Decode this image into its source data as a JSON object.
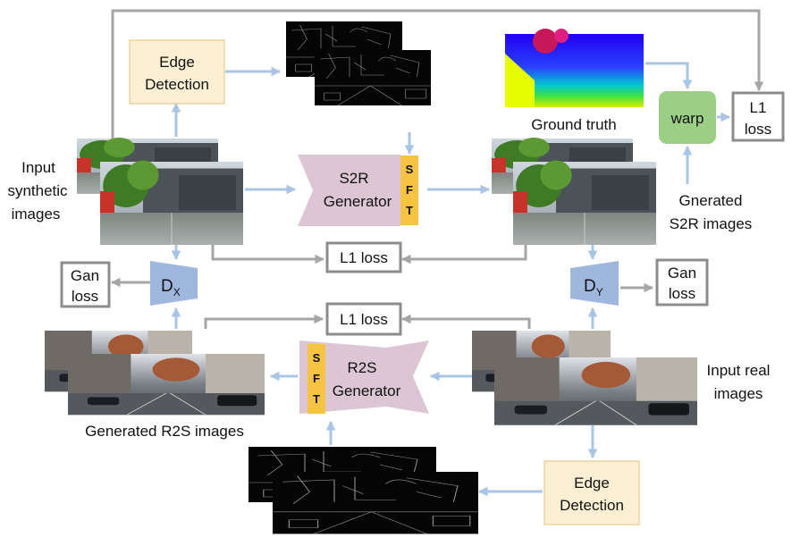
{
  "labels": {
    "edge_top": [
      "Edge",
      "Detection"
    ],
    "edge_bottom": [
      "Edge",
      "Detection"
    ],
    "s2r_generator": [
      "S2R",
      "Generator"
    ],
    "r2s_generator": [
      "R2S",
      "Generator"
    ],
    "sft_letters": [
      "S",
      "F",
      "T"
    ],
    "l1_loss_mid": "L1 loss",
    "l1_loss_low": "L1 loss",
    "l1_loss_right": [
      "L1",
      "loss"
    ],
    "warp": "warp",
    "ground_truth": "Ground truth",
    "input_synthetic": [
      "Input",
      "synthetic",
      "images"
    ],
    "generated_s2r": [
      "Gnerated",
      "S2R images"
    ],
    "input_real": [
      "Input real",
      "images"
    ],
    "generated_r2s": "Generated R2S images",
    "gan_loss_left": [
      "Gan",
      "loss"
    ],
    "gan_loss_right": [
      "Gan",
      "loss"
    ],
    "dx": {
      "main": "D",
      "sub": "X"
    },
    "dy": {
      "main": "D",
      "sub": "Y"
    }
  },
  "colors": {
    "edge_box_fill": "#fdefd3",
    "edge_box_stroke": "#e6c98f",
    "generator_fill": "#dcc6d3",
    "sft_fill": "#f6c342",
    "discriminator_fill": "#9fb7dd",
    "warp_fill": "#9ccf86",
    "arrow_blue": "#a9c4e4",
    "arrow_gray": "#a6a6a6",
    "loss_box_stroke": "#8c8c8c"
  }
}
